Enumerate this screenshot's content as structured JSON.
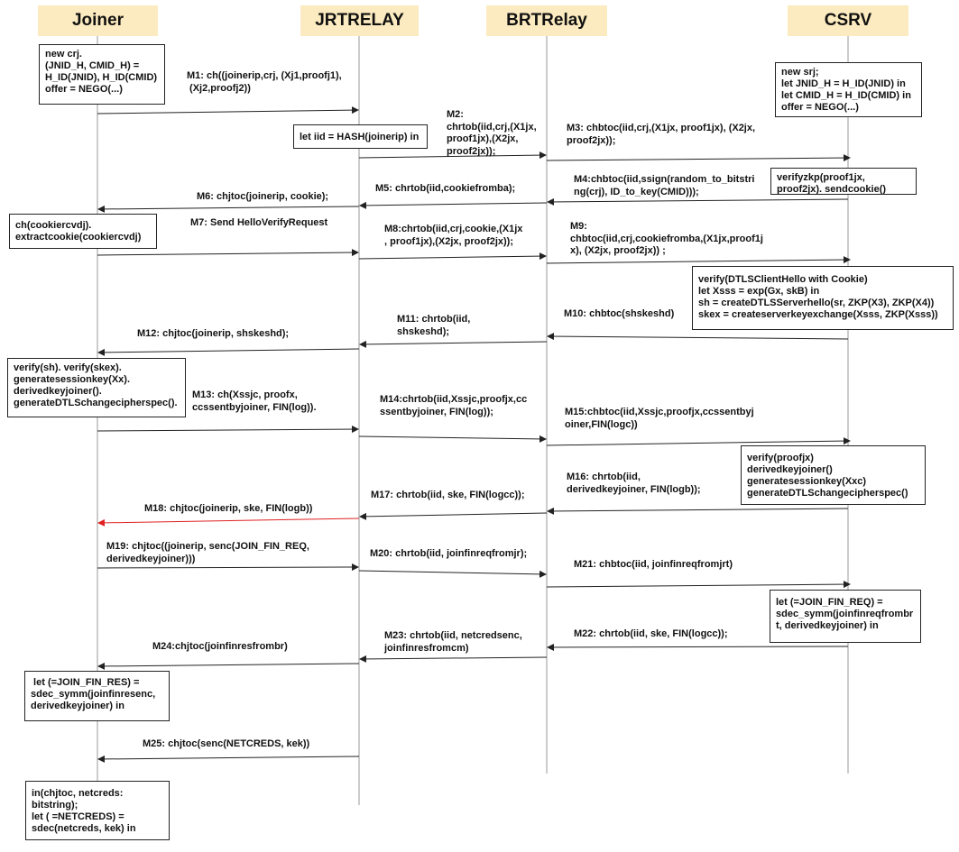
{
  "participants": {
    "joiner": "Joiner",
    "jrtrelay": "JRTRELAY",
    "brtrelay": "BRTRelay",
    "csrv": "CSRV"
  },
  "boxes": {
    "joiner_init": "new crj.\n(JNID_H, CMID_H) =\nH_ID(JNID), H_ID(CMID)\noffer = NEGO(...)",
    "csrv_init": "new srj;\nlet JNID_H = H_ID(JNID) in\nlet CMID_H = H_ID(CMID) in\noffer = NEGO(...)",
    "jrt_iid": "let iid = HASH(joinerip) in",
    "csrv_verifyzkp": "verifyzkp(proof1jx,\nproof2jx). sendcookie()",
    "joiner_cookie": "ch(cookiercvdj).\nextractcookie(cookiercvdj)",
    "csrv_verify_hello": "verify(DTLSClientHello with Cookie)\nlet Xsss = exp(Gx, skB) in\nsh = createDTLSServerhello(sr, ZKP(X3), ZKP(X4))\nskex = createserverkeyexchange(Xsss, ZKP(Xsss))",
    "joiner_verify": "verify(sh). verify(skex).\ngeneratesessionkey(Xx).\nderivedkeyjoiner().\ngenerateDTLSchangecipherspec().",
    "csrv_verify_proof": "verify(proofjx)\nderivedkeyjoiner()\ngeneratesessionkey(Xxc)\ngenerateDTLSchangecipherspec()",
    "csrv_join_fin_req": "let (=JOIN_FIN_REQ) =\nsdec_symm(joinfinreqfrombr\nt, derivedkeyjoiner) in",
    "joiner_join_fin_res": " let (=JOIN_FIN_RES) =\nsdec_symm(joinfinresenc,\nderivedkeyjoiner) in",
    "joiner_netcreds": "in(chjtoc, netcreds:\nbitstring);\nlet ( =NETCREDS) =\nsdec(netcreds, kek) in"
  },
  "messages": [
    {
      "id": "M1",
      "text": "M1: ch((joinerip,crj, (Xj1,proofj1),\n (Xj2,proofj2))",
      "from": "joiner",
      "to": "jrtrelay"
    },
    {
      "id": "M2",
      "text": "M2:\nchrtob(iid,crj,(X1jx,\nproof1jx),(X2jx,\nproof2jx));",
      "from": "jrtrelay",
      "to": "brtrelay"
    },
    {
      "id": "M3",
      "text": "M3: chbtoc(iid,crj,(X1jx, proof1jx), (X2jx,\nproof2jx));",
      "from": "brtrelay",
      "to": "csrv"
    },
    {
      "id": "M4",
      "text": "M4:chbtoc(iid,ssign(random_to_bitstri\nng(crj), ID_to_key(CMID)));",
      "from": "csrv",
      "to": "brtrelay"
    },
    {
      "id": "M5",
      "text": "M5: chrtob(iid,cookiefromba);",
      "from": "brtrelay",
      "to": "jrtrelay"
    },
    {
      "id": "M6",
      "text": "M6: chjtoc(joinerip, cookie);",
      "from": "jrtrelay",
      "to": "joiner"
    },
    {
      "id": "M7",
      "text": "M7: Send HelloVerifyRequest",
      "from": "",
      "to": ""
    },
    {
      "id": "M7a",
      "text": "",
      "from": "joiner",
      "to": "jrtrelay"
    },
    {
      "id": "M8",
      "text": "M8:chrtob(iid,crj,cookie,(X1jx\n, proof1jx),(X2jx, proof2jx));",
      "from": "jrtrelay",
      "to": "brtrelay"
    },
    {
      "id": "M9",
      "text": "M9:\nchbtoc(iid,crj,cookiefromba,(X1jx,proof1j\nx), (X2jx, proof2jx)) ;",
      "from": "brtrelay",
      "to": "csrv"
    },
    {
      "id": "M10",
      "text": "M10: chbtoc(shskeshd)",
      "from": "csrv",
      "to": "brtrelay"
    },
    {
      "id": "M11",
      "text": "M11: chrtob(iid,\nshskeshd);",
      "from": "brtrelay",
      "to": "jrtrelay"
    },
    {
      "id": "M12",
      "text": "M12: chjtoc(joinerip, shskeshd);",
      "from": "jrtrelay",
      "to": "joiner"
    },
    {
      "id": "M13",
      "text": "M13: ch(Xssjc, proofx,\nccssentbyjoiner, FIN(log)).",
      "from": "joiner",
      "to": "jrtrelay"
    },
    {
      "id": "M14",
      "text": "M14:chrtob(iid,Xssjc,proofjx,cc\nssentbyjoiner, FIN(log));",
      "from": "jrtrelay",
      "to": "brtrelay"
    },
    {
      "id": "M15",
      "text": "M15:chbtoc(iid,Xssjc,proofjx,ccssentbyj\noiner,FIN(logc))",
      "from": "brtrelay",
      "to": "csrv"
    },
    {
      "id": "M16",
      "text": "M16: chrtob(iid,\nderivedkeyjoiner, FIN(logb));",
      "from": "csrv",
      "to": "brtrelay"
    },
    {
      "id": "M17",
      "text": "M17: chrtob(iid, ske, FIN(logcc));",
      "from": "brtrelay",
      "to": "jrtrelay"
    },
    {
      "id": "M18",
      "text": "M18: chjtoc(joinerip, ske, FIN(logb))",
      "from": "jrtrelay",
      "to": "joiner"
    },
    {
      "id": "M19",
      "text": "M19: chjtoc((joinerip, senc(JOIN_FIN_REQ,\nderivedkeyjoiner)))",
      "from": "joiner",
      "to": "jrtrelay"
    },
    {
      "id": "M20",
      "text": "M20: chrtob(iid, joinfinreqfromjr);",
      "from": "jrtrelay",
      "to": "brtrelay"
    },
    {
      "id": "M21",
      "text": "M21: chbtoc(iid, joinfinreqfromjrt)",
      "from": "brtrelay",
      "to": "csrv"
    },
    {
      "id": "M22",
      "text": "M22: chrtob(iid, ske, FIN(logcc));",
      "from": "csrv",
      "to": "brtrelay"
    },
    {
      "id": "M23",
      "text": "M23: chrtob(iid, netcredsenc,\njoinfinresfromcm)",
      "from": "brtrelay",
      "to": "jrtrelay"
    },
    {
      "id": "M24",
      "text": "M24:chjtoc(joinfinresfrombr)",
      "from": "jrtrelay",
      "to": "joiner"
    },
    {
      "id": "M25",
      "text": "M25: chjtoc(senc(NETCREDS, kek))",
      "from": "jrtrelay",
      "to": "joiner"
    }
  ],
  "colors": {
    "header_fill": "#fcebc0",
    "line": "#222222",
    "highlight_arrow": "#e02020"
  }
}
